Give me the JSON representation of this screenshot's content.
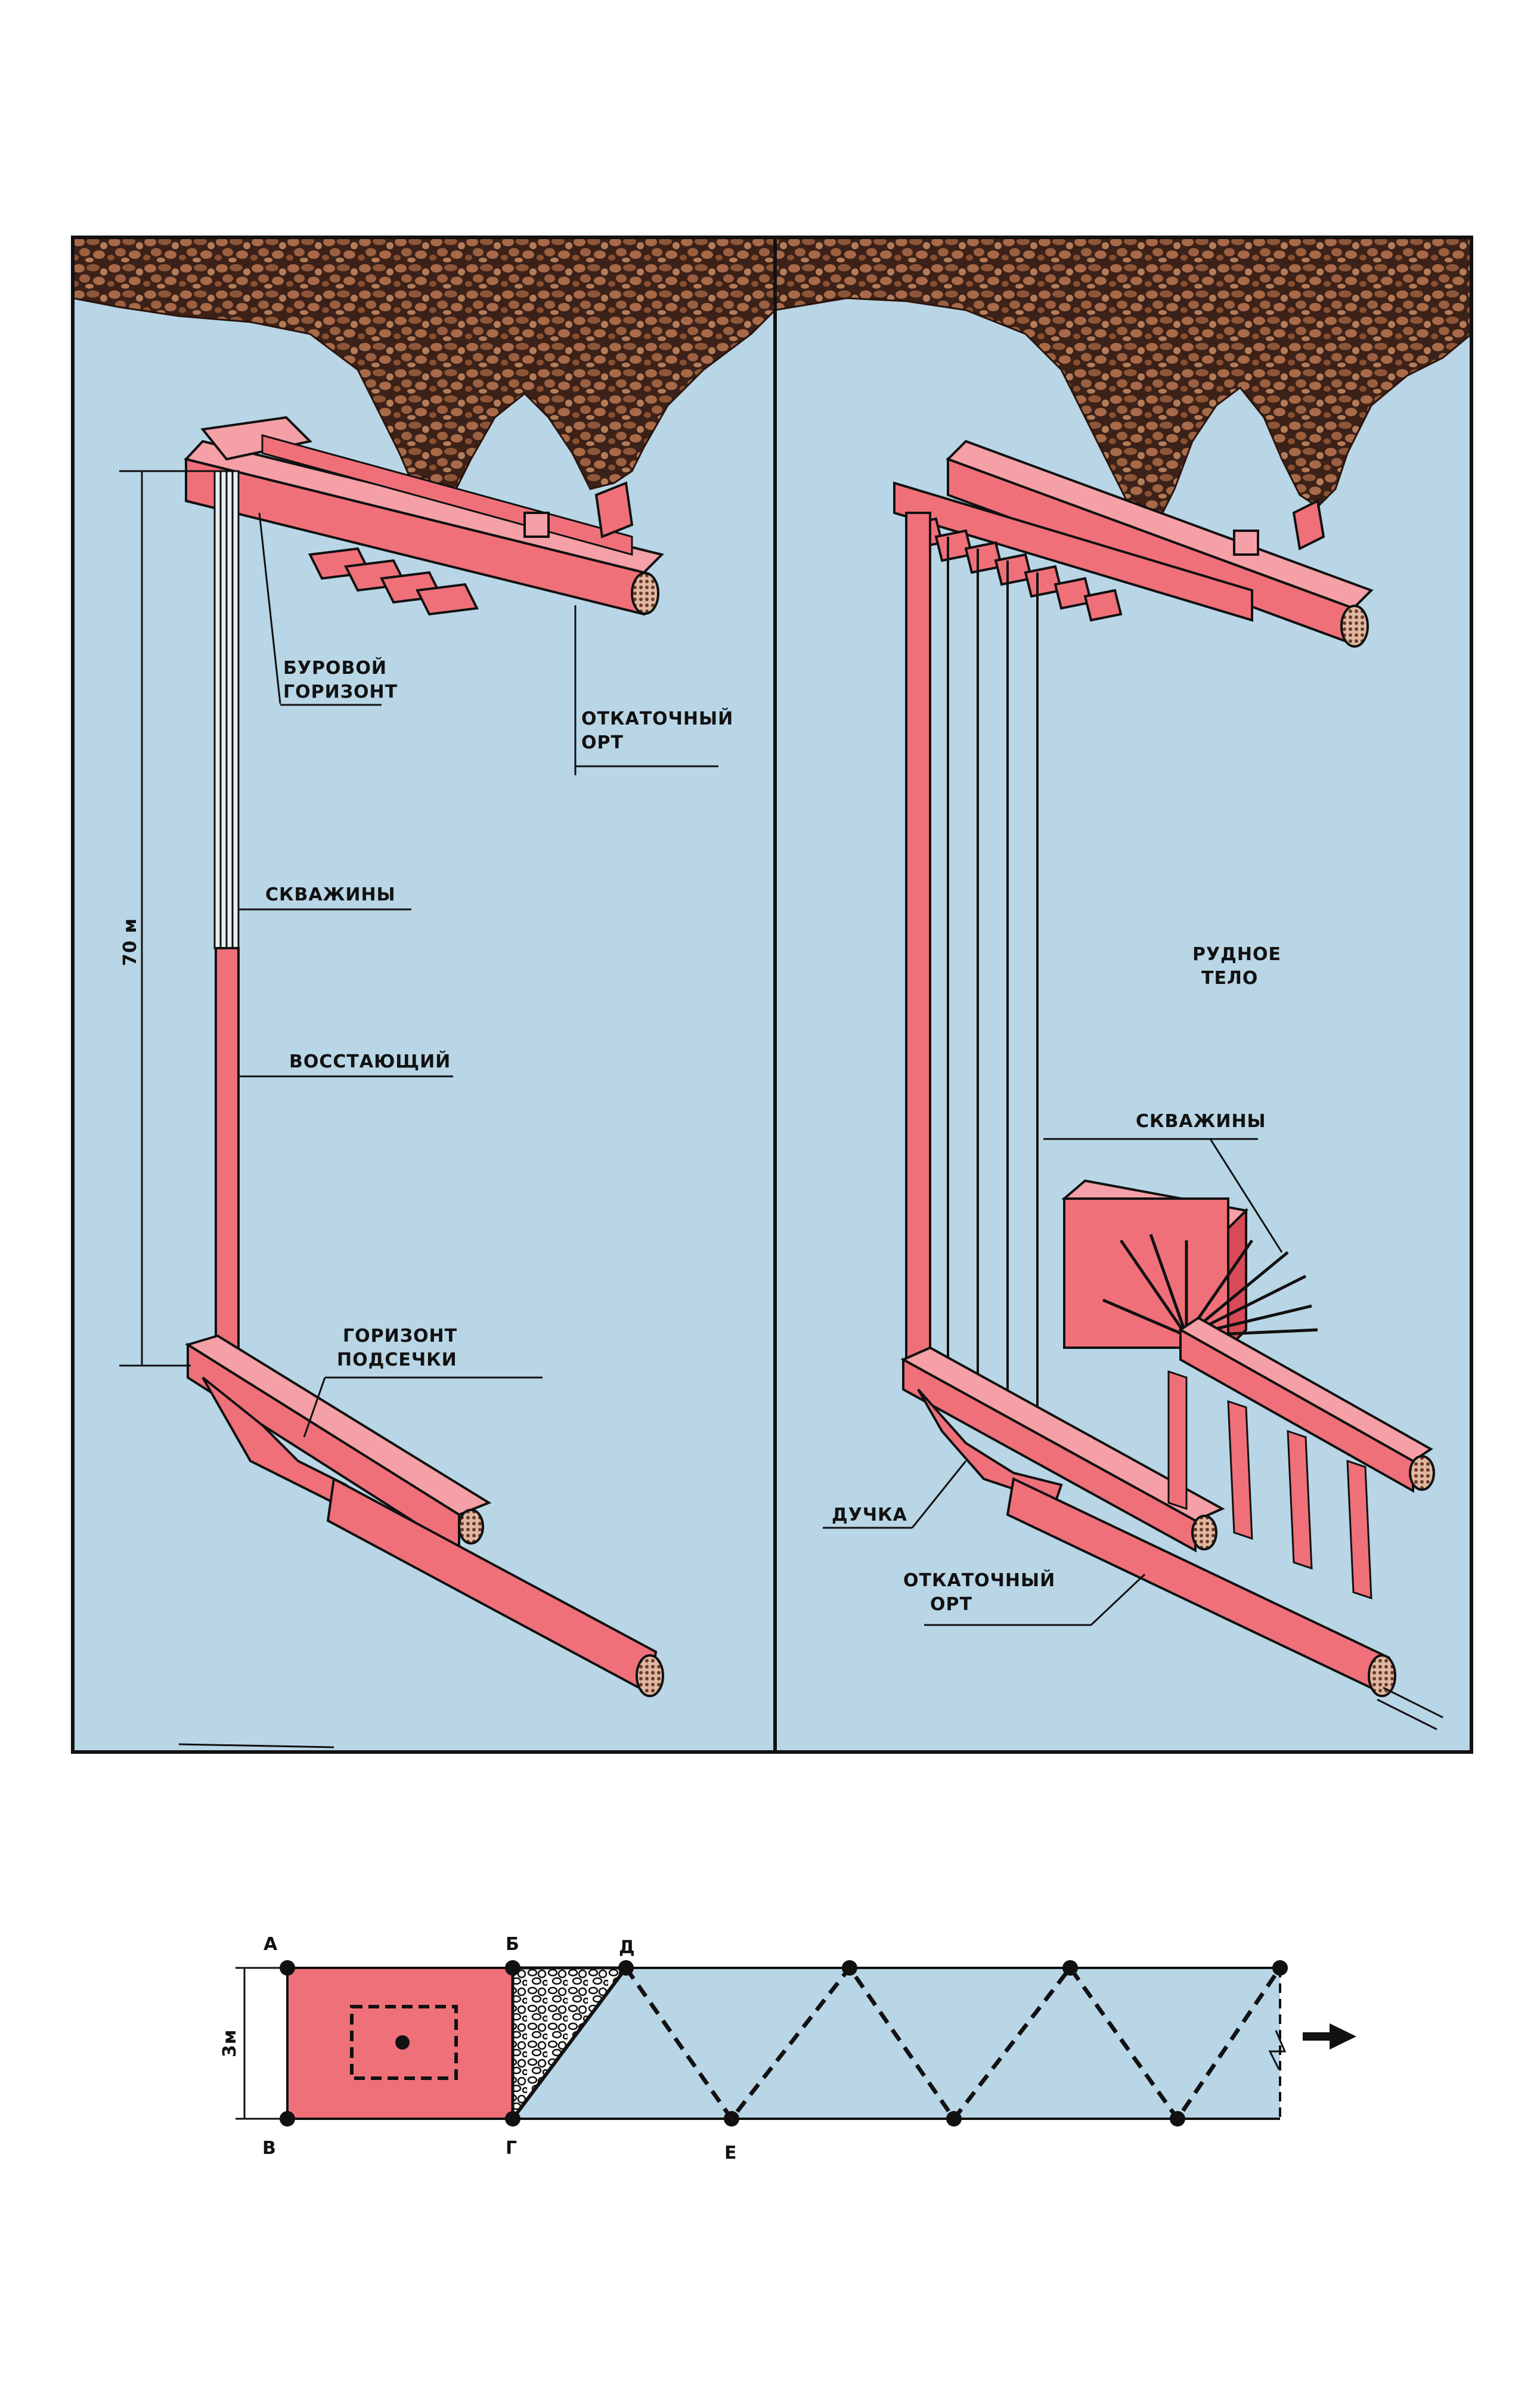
{
  "left_panel": {
    "labels": {
      "drill_horizon": [
        "БУРОВОЙ",
        "ГОРИЗОНТ"
      ],
      "haulage_drift": [
        "ОТКАТОЧНЫЙ",
        "ОРТ"
      ],
      "boreholes": "СКВАЖИНЫ",
      "raise": "ВОССТАЮЩИЙ",
      "undercut_horizon": [
        "ГОРИЗОНТ",
        "ПОДСЕЧКИ"
      ],
      "height": "70 м"
    }
  },
  "right_panel": {
    "labels": {
      "ore_body": [
        "РУДНОЕ",
        "ТЕЛО"
      ],
      "boreholes": "СКВАЖИНЫ",
      "chute": "ДУЧКА",
      "haulage_drift": [
        "ОТКАТОЧНЫЙ",
        "ОРТ"
      ]
    }
  },
  "bottom_scheme": {
    "points": [
      "А",
      "Б",
      "Д",
      "В",
      "Г",
      "Е"
    ],
    "width_label": "3м"
  },
  "colors": {
    "ore_blue": "#b9d6e6",
    "tunnel_pink": "#f0707a",
    "rock_dark": "#4a2a1e",
    "rock_light": "#b07850",
    "frame": "#111111"
  }
}
